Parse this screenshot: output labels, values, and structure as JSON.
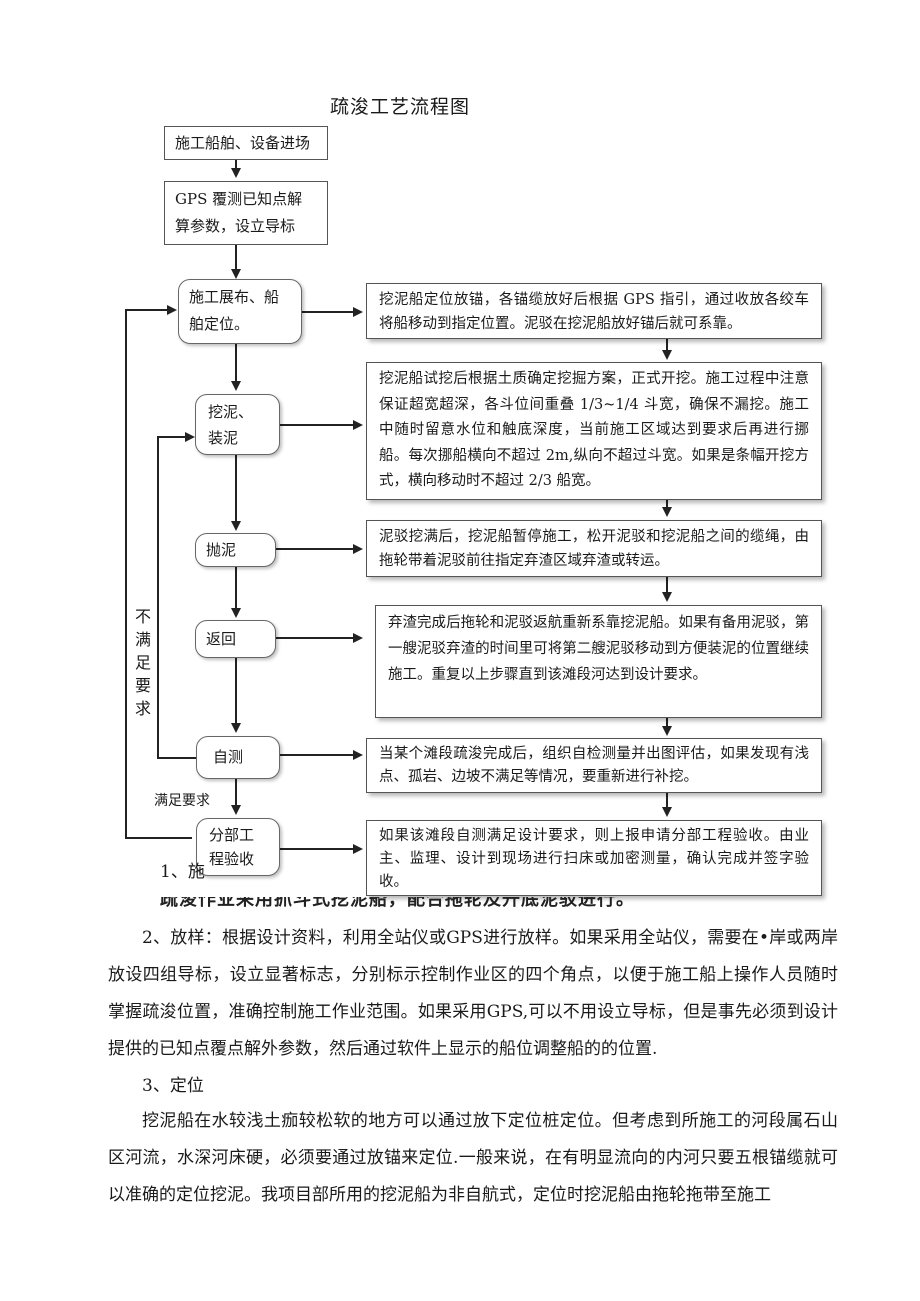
{
  "title": "疏浚工艺流程图",
  "left_steps": [
    "施工船舶、设备进场",
    "GPS 覆测已知点解算参数，设立导标",
    "施工展布、船舶定位。",
    "挖泥、装泥",
    "抛泥",
    "返回",
    "自测",
    "分部工程验收"
  ],
  "right_notes": [
    "挖泥船定位放锚，各锚缆放好后根据 GPS 指引，通过收放各绞车将船移动到指定位置。泥驳在挖泥船放好锚后就可系靠。",
    "挖泥船试挖后根据土质确定挖掘方案，正式开挖。施工过程中注意保证超宽超深，各斗位间重叠 1/3~1/4 斗宽，确保不漏挖。施工中随时留意水位和触底深度，当前施工区域达到要求后再进行挪船。每次挪船横向不超过 2m,纵向不超过斗宽。如果是条幅开挖方式，横向移动时不超过 2/3 船宽。",
    "泥驳挖满后，挖泥船暂停施工，松开泥驳和挖泥船之间的缆绳，由拖轮带着泥驳前往指定弃渣区域弃渣或转运。",
    "弃渣完成后拖轮和泥驳返航重新系靠挖泥船。如果有备用泥驳，第一艘泥驳弃渣的时间里可将第二艘泥驳移动到方便装泥的位置继续施工。重复以上步骤直到该滩段河达到设计要求。",
    "当某个滩段疏浚完成后，组织自检测量并出图评估，如果发现有浅点、孤岩、边坡不满足等情况，要重新进行补挖。",
    "如果该滩段自测满足设计要求，则上报申请分部工程验收。由业主、监理、设计到现场进行扫床或加密测量，确认完成并签字验收。"
  ],
  "loop_label": "不满足要求",
  "pass_label": "满足要求",
  "partial_heading": "1、施",
  "partial_line": "疏浚作业采用抓斗式挖泥船，配合拖轮及开底泥驳进行。",
  "section2": "2、放样：根据设计资料，利用全站仪或GPS进行放样。如果采用全站仪，需要在•岸或两岸放设四组导标，设立显著标志，分别标示控制作业区的四个角点，以便于施工船上操作人员随时掌握疏浚位置，准确控制施工作业范围。如果采用GPS,可以不用设立导标，但是事先必须到设计提供的已知点覆点解外参数，然后通过软件上显示的船位调整船的的位置.",
  "section3_heading": "3、定位",
  "section3": "挖泥船在水较浅土痂较松软的地方可以通过放下定位桩定位。但考虑到所施工的河段属石山区河流，水深河床硬，必须要通过放锚来定位.一般来说，在有明显流向的内河只要五根锚缆就可以准确的定位挖泥。我项目部所用的挖泥船为非自航式，定位时挖泥船由拖轮拖带至施工"
}
